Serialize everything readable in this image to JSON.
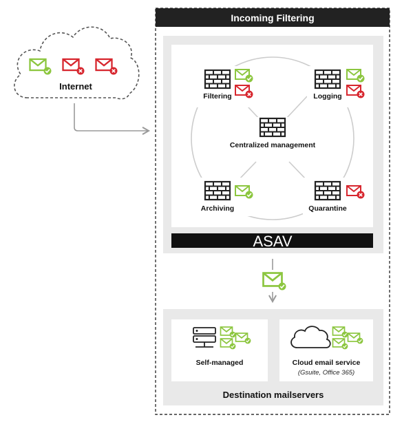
{
  "header": {
    "title": "Incoming Filtering"
  },
  "internet": {
    "label": "Internet"
  },
  "nodes": {
    "filtering": "Filtering",
    "logging": "Logging",
    "central": "Centralized management",
    "archiving": "Archiving",
    "quarantine": "Quarantine"
  },
  "product": {
    "name": "ASAV"
  },
  "destination": {
    "title": "Destination mailservers",
    "self_managed": "Self-managed",
    "cloud": "Cloud email service",
    "cloud_sub": "(Gsuite, Office 365)"
  },
  "colors": {
    "ok": "#8cc63f",
    "blocked": "#d7262e",
    "panel": "#e9e9e9",
    "header_bg": "#222222",
    "bar_bg": "#111111",
    "ring": "#cccccc",
    "arrow": "#9a9a9a"
  }
}
